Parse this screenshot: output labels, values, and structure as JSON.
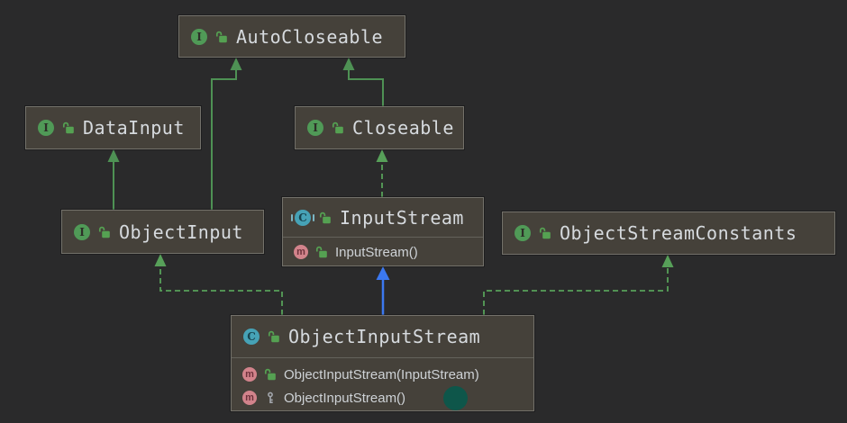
{
  "diagram_type": "uml-class-diagram",
  "icons": {
    "interface_letter": "I",
    "class_letter": "C",
    "method_letter": "m"
  },
  "nodes": {
    "autocloseable": {
      "label": "AutoCloseable",
      "kind": "interface",
      "visibility": "public"
    },
    "datainput": {
      "label": "DataInput",
      "kind": "interface",
      "visibility": "public"
    },
    "closeable": {
      "label": "Closeable",
      "kind": "interface",
      "visibility": "public"
    },
    "objectinput": {
      "label": "ObjectInput",
      "kind": "interface",
      "visibility": "public"
    },
    "inputstream": {
      "label": "InputStream",
      "kind": "abstract-class",
      "visibility": "public",
      "members": {
        "ctor": "InputStream()"
      }
    },
    "objectstreamconstants": {
      "label": "ObjectStreamConstants",
      "kind": "interface",
      "visibility": "public"
    },
    "objectinputstream": {
      "label": "ObjectInputStream",
      "kind": "class",
      "visibility": "public",
      "members": {
        "ctor_arg": "ObjectInputStream(InputStream)",
        "ctor_noarg": "ObjectInputStream()"
      }
    }
  },
  "edges": [
    {
      "from": "Closeable",
      "to": "AutoCloseable",
      "type": "extends",
      "style": "solid-green"
    },
    {
      "from": "ObjectInput",
      "to": "AutoCloseable",
      "type": "extends",
      "style": "solid-green"
    },
    {
      "from": "ObjectInput",
      "to": "DataInput",
      "type": "extends",
      "style": "solid-green"
    },
    {
      "from": "InputStream",
      "to": "Closeable",
      "type": "implements",
      "style": "dashed-green"
    },
    {
      "from": "ObjectInputStream",
      "to": "InputStream",
      "type": "extends",
      "style": "solid-blue"
    },
    {
      "from": "ObjectInputStream",
      "to": "ObjectInput",
      "type": "implements",
      "style": "dashed-green"
    },
    {
      "from": "ObjectInputStream",
      "to": "ObjectStreamConstants",
      "type": "implements",
      "style": "dashed-green"
    }
  ],
  "colors": {
    "background": "#2a2a2b",
    "node_fill": "#45413a",
    "node_border": "#73716a",
    "title_text": "#d6dade",
    "member_text": "#ced2d6",
    "edge_green": "#4e9154",
    "edge_blue": "#3b78f0",
    "interface_icon": "#509a57",
    "class_icon": "#46a2b6",
    "method_icon": "#d2838b",
    "public_icon": "#55a152",
    "protected_icon": "#a3a7ad",
    "click_indicator": "#0e564a"
  }
}
